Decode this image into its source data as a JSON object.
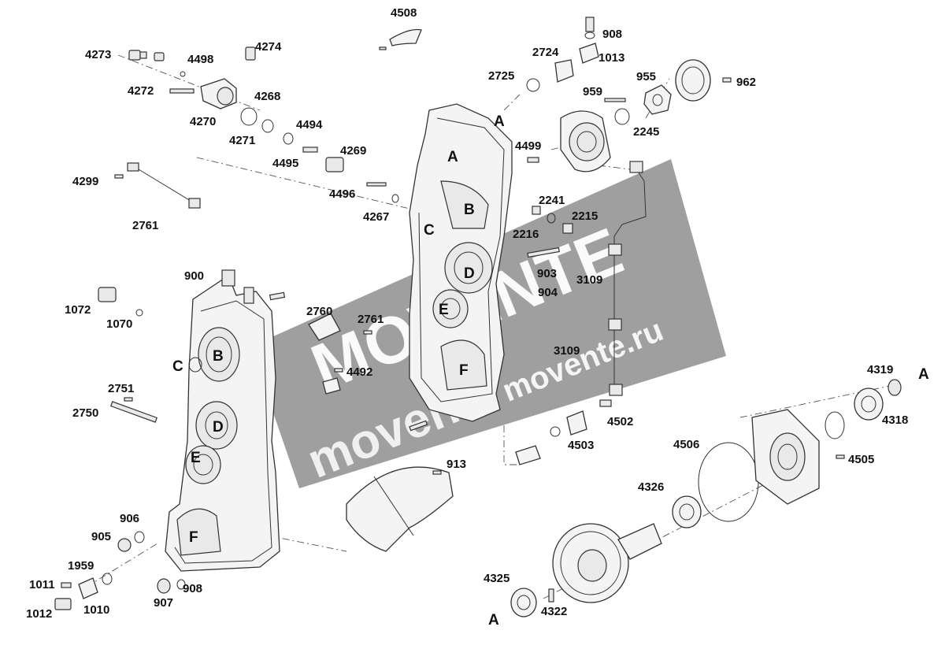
{
  "part_labels": [
    "4508",
    "908",
    "2724",
    "1013",
    "4273",
    "4274",
    "4498",
    "2725",
    "955",
    "959",
    "962",
    "4272",
    "4268",
    "4270",
    "4494",
    "4271",
    "4495",
    "4269",
    "4499",
    "2245",
    "4299",
    "4496",
    "4267",
    "2241",
    "2215",
    "2761",
    "2216",
    "903",
    "900",
    "3109",
    "904",
    "1072",
    "2760",
    "1070",
    "2761",
    "4492",
    "3109",
    "2751",
    "2750",
    "4319",
    "4318",
    "4502",
    "4503",
    "913",
    "4506",
    "4505",
    "4326",
    "906",
    "905",
    "1959",
    "1011",
    "908",
    "907",
    "1010",
    "1012",
    "4325",
    "4322"
  ],
  "ref_letters": [
    "A",
    "A",
    "B",
    "C",
    "D",
    "E",
    "F",
    "B",
    "C",
    "D",
    "E",
    "F",
    "A",
    "A"
  ],
  "watermark": {
    "brand": "MOVENTE",
    "url": "movente.ru",
    "url_large": "movente"
  },
  "colors": {
    "line": "#333333",
    "watermark": "#8a8a8a"
  }
}
